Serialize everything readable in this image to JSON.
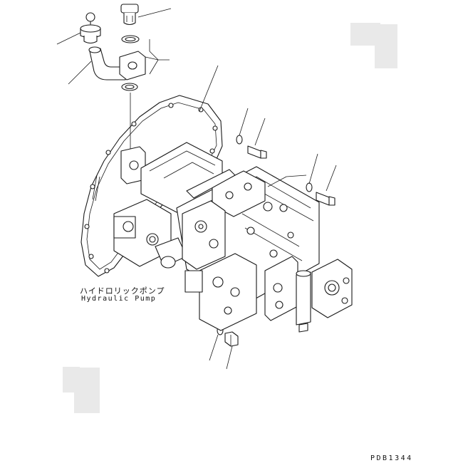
{
  "labels": {
    "component_jp": "ハイドロリックポンプ",
    "component_en": "Hydraulic Pump",
    "drawing_code": "PDB1344"
  },
  "colors": {
    "line": "#1a1a1a",
    "background": "#ffffff",
    "watermark": "#e9e9e9"
  }
}
